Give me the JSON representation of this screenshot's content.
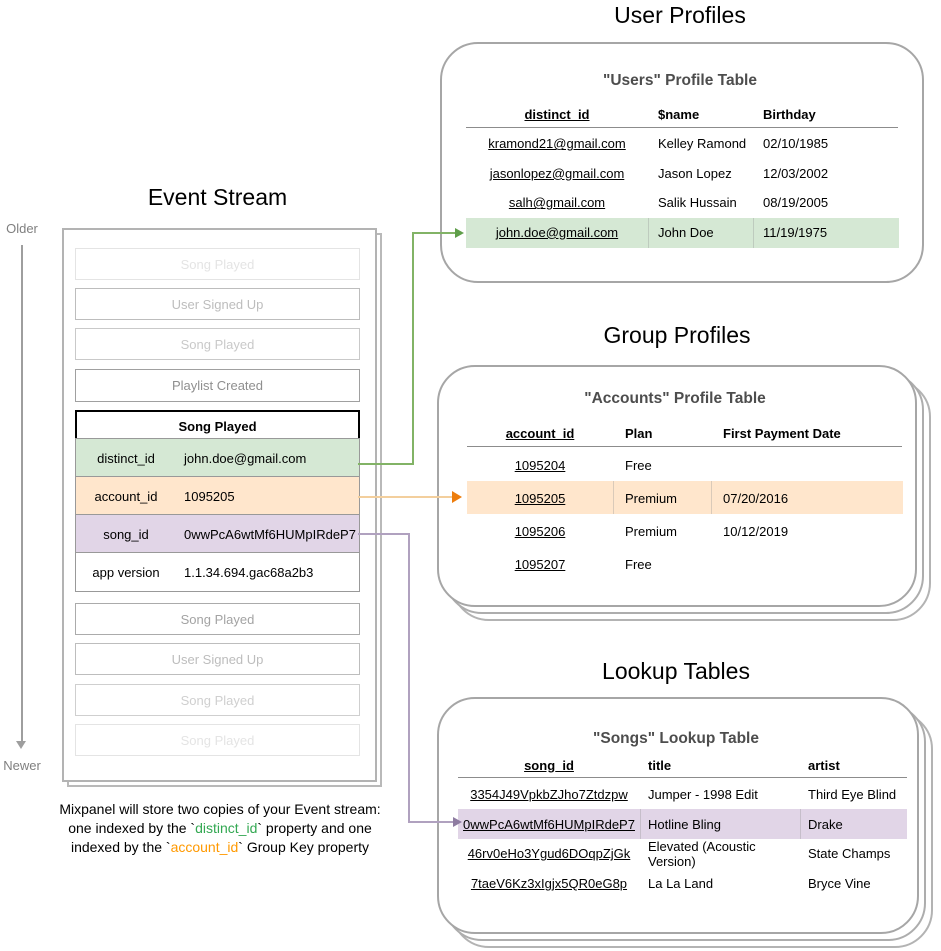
{
  "colors": {
    "green_highlight": "#d5e8d4",
    "orange_highlight": "#ffe6cc",
    "purple_highlight": "#e1d5e7",
    "green_arrow": "#82b366",
    "orange_arrow": "#ed7d0d",
    "purple_arrow": "#8e7ca1",
    "caption_green": "#33a852",
    "caption_orange": "#ff9900"
  },
  "event_stream": {
    "title": "Event Stream",
    "older_label": "Older",
    "newer_label": "Newer",
    "events_above": [
      "Song Played",
      "User Signed Up",
      "Song Played",
      "Playlist Created"
    ],
    "selected_event": {
      "title": "Song Played",
      "properties": [
        {
          "key": "distinct_id",
          "value": "john.doe@gmail.com"
        },
        {
          "key": "account_id",
          "value": "1095205"
        },
        {
          "key": "song_id",
          "value": "0wwPcA6wtMf6HUMpIRdeP7"
        },
        {
          "key": "app version",
          "value": "1.1.34.694.gac68a2b3"
        }
      ]
    },
    "events_below": [
      "Song Played",
      "User Signed Up",
      "Song Played",
      "Song Played"
    ]
  },
  "user_profiles": {
    "section_title": "User Profiles",
    "table_title": "\"Users\" Profile Table",
    "columns": [
      "distinct_id",
      "$name",
      "Birthday"
    ],
    "rows": [
      [
        "kramond21@gmail.com",
        "Kelley Ramond",
        "02/10/1985"
      ],
      [
        "jasonlopez@gmail.com",
        "Jason Lopez",
        "12/03/2002"
      ],
      [
        "salh@gmail.com",
        "Salik Hussain",
        "08/19/2005"
      ],
      [
        "john.doe@gmail.com",
        "John Doe",
        "11/19/1975"
      ]
    ],
    "highlighted_row_index": 3
  },
  "group_profiles": {
    "section_title": "Group Profiles",
    "table_title": "\"Accounts\" Profile Table",
    "columns": [
      "account_id",
      "Plan",
      "First Payment Date"
    ],
    "rows": [
      [
        "1095204",
        "Free",
        ""
      ],
      [
        "1095205",
        "Premium",
        "07/20/2016"
      ],
      [
        "1095206",
        "Premium",
        "10/12/2019"
      ],
      [
        "1095207",
        "Free",
        ""
      ]
    ],
    "highlighted_row_index": 1
  },
  "lookup_tables": {
    "section_title": "Lookup Tables",
    "table_title": "\"Songs\" Lookup Table",
    "columns": [
      "song_id",
      "title",
      "artist"
    ],
    "rows": [
      [
        "3354J49VpkbZJho7Ztdzpw",
        "Jumper - 1998 Edit",
        "Third Eye Blind"
      ],
      [
        "0wwPcA6wtMf6HUMpIRdeP7",
        "Hotline Bling",
        "Drake"
      ],
      [
        "46rv0eHo3Ygud6DOqpZjGk",
        "Elevated (Acoustic Version)",
        "State Champs"
      ],
      [
        "7taeV6Kz3xIgjx5QR0eG8p",
        "La La Land",
        "Bryce Vine"
      ]
    ],
    "highlighted_row_index": 1
  },
  "caption": {
    "line1": "Mixpanel will store two copies of your Event stream:",
    "line2_pre": "one indexed by the `",
    "line2_code": "distinct_id",
    "line2_post": "` property and one",
    "line3_pre": "indexed by the `",
    "line3_code": "account_id",
    "line3_post": "` Group Key property"
  }
}
